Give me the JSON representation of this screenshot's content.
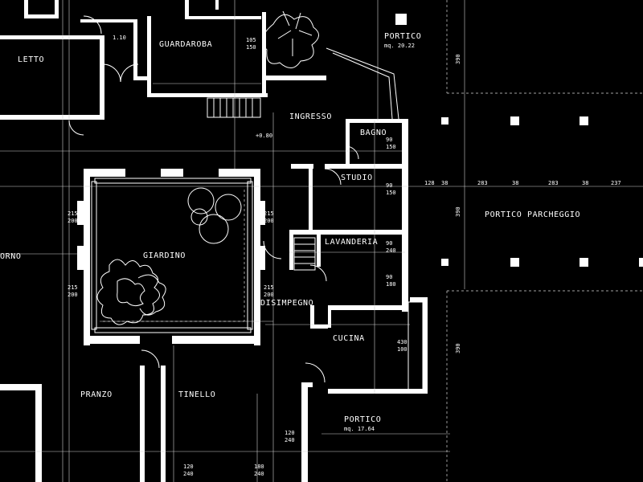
{
  "rooms": {
    "letto": "LETTO",
    "guardaroba": "GUARDAROBA",
    "portico_top": "PORTICO",
    "portico_top_area": "mq. 20.22",
    "ingresso": "INGRESSO",
    "bagno": "BAGNO",
    "studio": "STUDIO",
    "portico_parcheggio": "PORTICO PARCHEGGIO",
    "giardino": "GIARDINO",
    "lavanderia": "LAVANDERIA",
    "disimpegno": "DISIMPEGNO",
    "cucina": "CUCINA",
    "forno": "ORNO",
    "pranzo": "PRANZO",
    "tinello": "TINELLO",
    "portico_bottom": "PORTICO",
    "portico_bottom_area": "mq. 17.64"
  },
  "dimensions": {
    "d1": "1.10",
    "d2": "105",
    "d2b": "150",
    "d3": "+0.80",
    "d4": "90",
    "d4b": "150",
    "d5": "90",
    "d5b": "150",
    "d6": "90",
    "d6b": "240",
    "d7": "90",
    "d7b": "180",
    "d8": "215",
    "d8b": "200",
    "d9": "215",
    "d9b": "200",
    "d10": "215",
    "d10b": "200",
    "d11": "215",
    "d11b": "200",
    "d12": "430",
    "d12b": "100",
    "d13": "120",
    "d13b": "240",
    "d14": "120",
    "d14b": "240",
    "d15": "180",
    "d15b": "240",
    "d16": "128",
    "d17": "38",
    "d18": "283",
    "d19": "38",
    "d20": "283",
    "d21": "38",
    "d22": "237",
    "d23": "390",
    "d24": "390",
    "d25": "390"
  }
}
